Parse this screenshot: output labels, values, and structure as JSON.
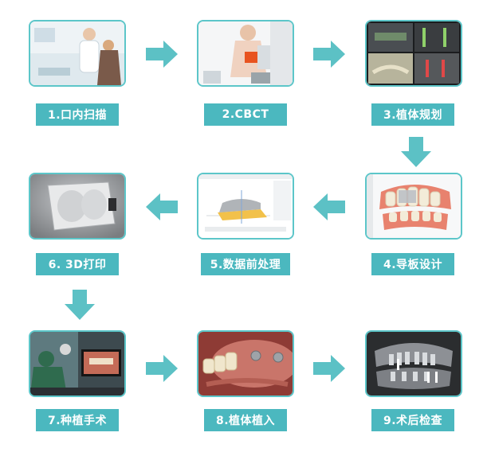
{
  "steps": [
    {
      "label": "1.口内扫描"
    },
    {
      "label": "2.CBCT"
    },
    {
      "label": "3.植体规划"
    },
    {
      "label": "4.导板设计"
    },
    {
      "label": "5.数据前处理"
    },
    {
      "label": "6.  3D打印"
    },
    {
      "label": "7.种植手术"
    },
    {
      "label": "8.植体植入"
    },
    {
      "label": "9.术后检查"
    }
  ],
  "colors": {
    "accent": "#4bb8bf",
    "border": "#5cc6c9",
    "arrow": "#5cc1c5"
  }
}
